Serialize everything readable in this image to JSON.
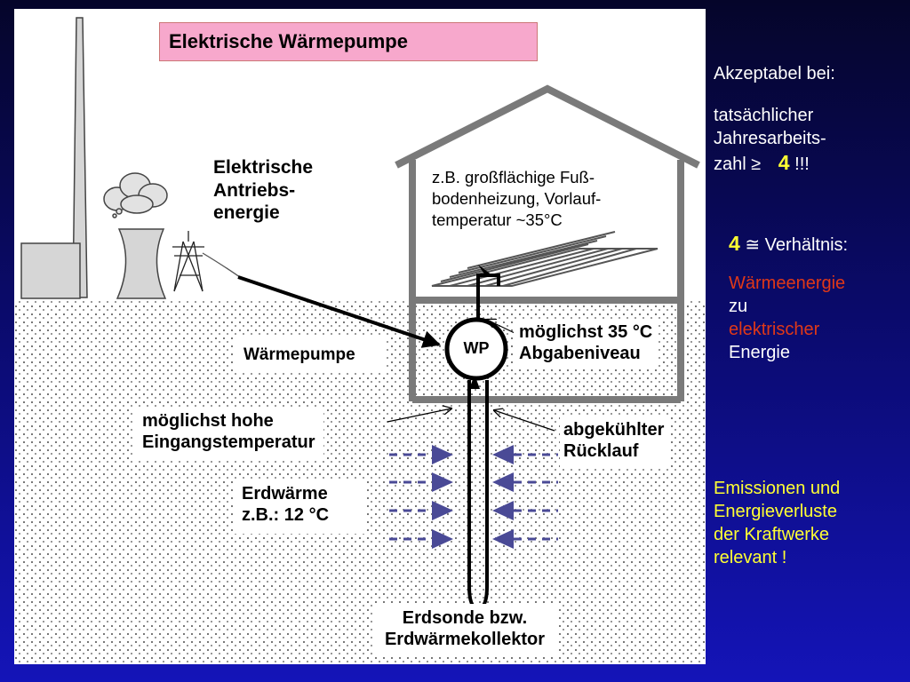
{
  "diagram": {
    "title": "Elektrische Wärmepumpe",
    "antrieb_lines": [
      "Elektrische",
      "Antriebs-",
      "energie"
    ],
    "house_lines": [
      "z.B. großflächige Fuß-",
      "bodenheizung, Vorlauf-",
      "temperatur ~35°C"
    ],
    "waermepumpe_label": "Wärmepumpe",
    "wp_label": "WP",
    "abgabe_lines": [
      "möglichst 35 °C",
      "Abgabeniveau"
    ],
    "eingang_lines": [
      "möglichst hohe",
      "Eingangstemperatur"
    ],
    "ruecklauf_lines": [
      "abgekühlter",
      "Rücklauf"
    ],
    "erdwaerme_lines": [
      "Erdwärme",
      "z.B.: 12 °C"
    ],
    "erdsonde_lines": [
      "Erdsonde bzw.",
      "Erdwärmekollektor"
    ]
  },
  "sidebar": {
    "akzeptabel": "Akzeptabel bei:",
    "jaz_line1": "tatsächlicher",
    "jaz_line2": "Jahresarbeits-",
    "jaz_line3": "zahl  ≥",
    "jaz_value": "4",
    "jaz_suffix": "!!!",
    "ratio_value": "4",
    "ratio_text": "≅ Verhältnis:",
    "ratio_lines": [
      "Wärmeenergie",
      "zu",
      "elektrischer",
      "Energie"
    ],
    "emission_lines": [
      "Emissionen und",
      "Energieverluste",
      "der Kraftwerke",
      "relevant !"
    ]
  },
  "colors": {
    "title_bg": "#f7a8cc",
    "ratio_text": "#e03818",
    "highlight_number": "#ffff33",
    "house_line": "#7a7a7a"
  }
}
